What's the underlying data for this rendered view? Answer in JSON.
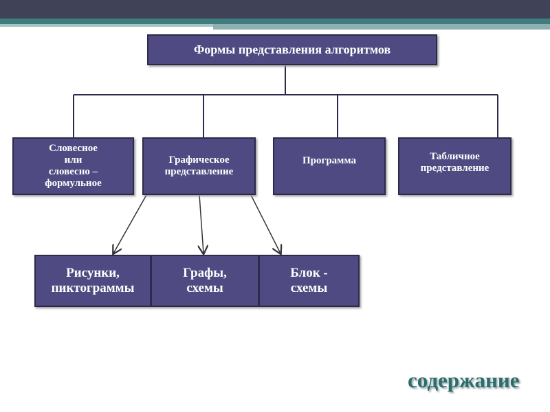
{
  "title": "Формы представления алгоритмов",
  "level2": [
    "Словесное\nили\nсловесно –\nформульное",
    "Графическое\nпредставление",
    "Программа",
    "Табличное\nпредставление"
  ],
  "level3": [
    "Рисунки,\nпиктограммы",
    "Графы,\nсхемы",
    "Блок -\nсхемы"
  ],
  "link": "содержание",
  "colors": {
    "box": "#4f4b82",
    "header": "#404258",
    "accent": "#3f7e7e"
  }
}
